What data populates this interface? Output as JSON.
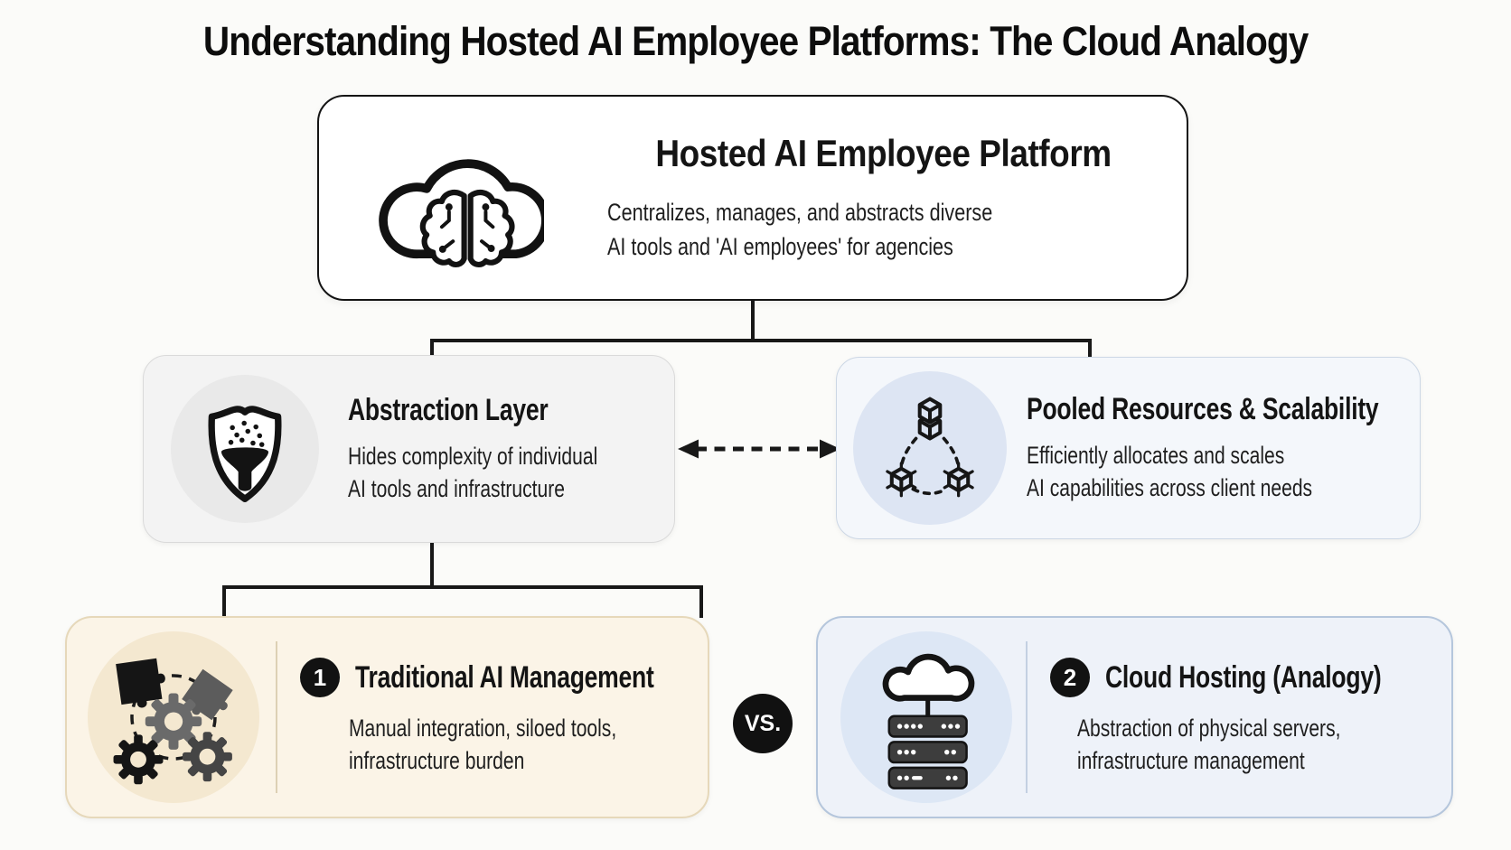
{
  "page": {
    "title": "Understanding Hosted AI Employee Platforms: The Cloud Analogy"
  },
  "platform": {
    "icon": "cloud-brain-icon",
    "title": "Hosted AI Employee Platform",
    "desc_line1": "Centralizes, manages, and abstracts diverse",
    "desc_line2": "AI tools and 'AI employees' for agencies"
  },
  "abstraction": {
    "icon": "shield-funnel-icon",
    "title": "Abstraction Layer",
    "desc_line1": "Hides complexity of individual",
    "desc_line2": "AI tools and infrastructure"
  },
  "pooled": {
    "icon": "cube-network-icon",
    "title": "Pooled Resources & Scalability",
    "desc_line1": "Efficiently allocates and scales",
    "desc_line2": "AI capabilities across client needs"
  },
  "comparison": {
    "vs_label": "VS.",
    "traditional": {
      "number": "1",
      "icon": "puzzle-gears-icon",
      "title": "Traditional AI Management",
      "desc_line1": "Manual integration, siloed tools,",
      "desc_line2": "infrastructure burden"
    },
    "cloud": {
      "number": "2",
      "icon": "cloud-servers-icon",
      "title": "Cloud Hosting (Analogy)",
      "desc_line1": "Abstraction of physical servers,",
      "desc_line2": "infrastructure management"
    }
  },
  "colors": {
    "background": "#fbfbf9",
    "ink": "#141414",
    "platform_bg": "#ffffff",
    "abstraction_bg": "#f3f3f3",
    "pooled_bg": "#f4f7fb",
    "traditional_bg": "#fbf4e7",
    "traditional_border": "#e6d8ba",
    "cloud_bg": "#eef2f9",
    "cloud_border": "#b5c6dc",
    "badge_bg": "#121212"
  }
}
